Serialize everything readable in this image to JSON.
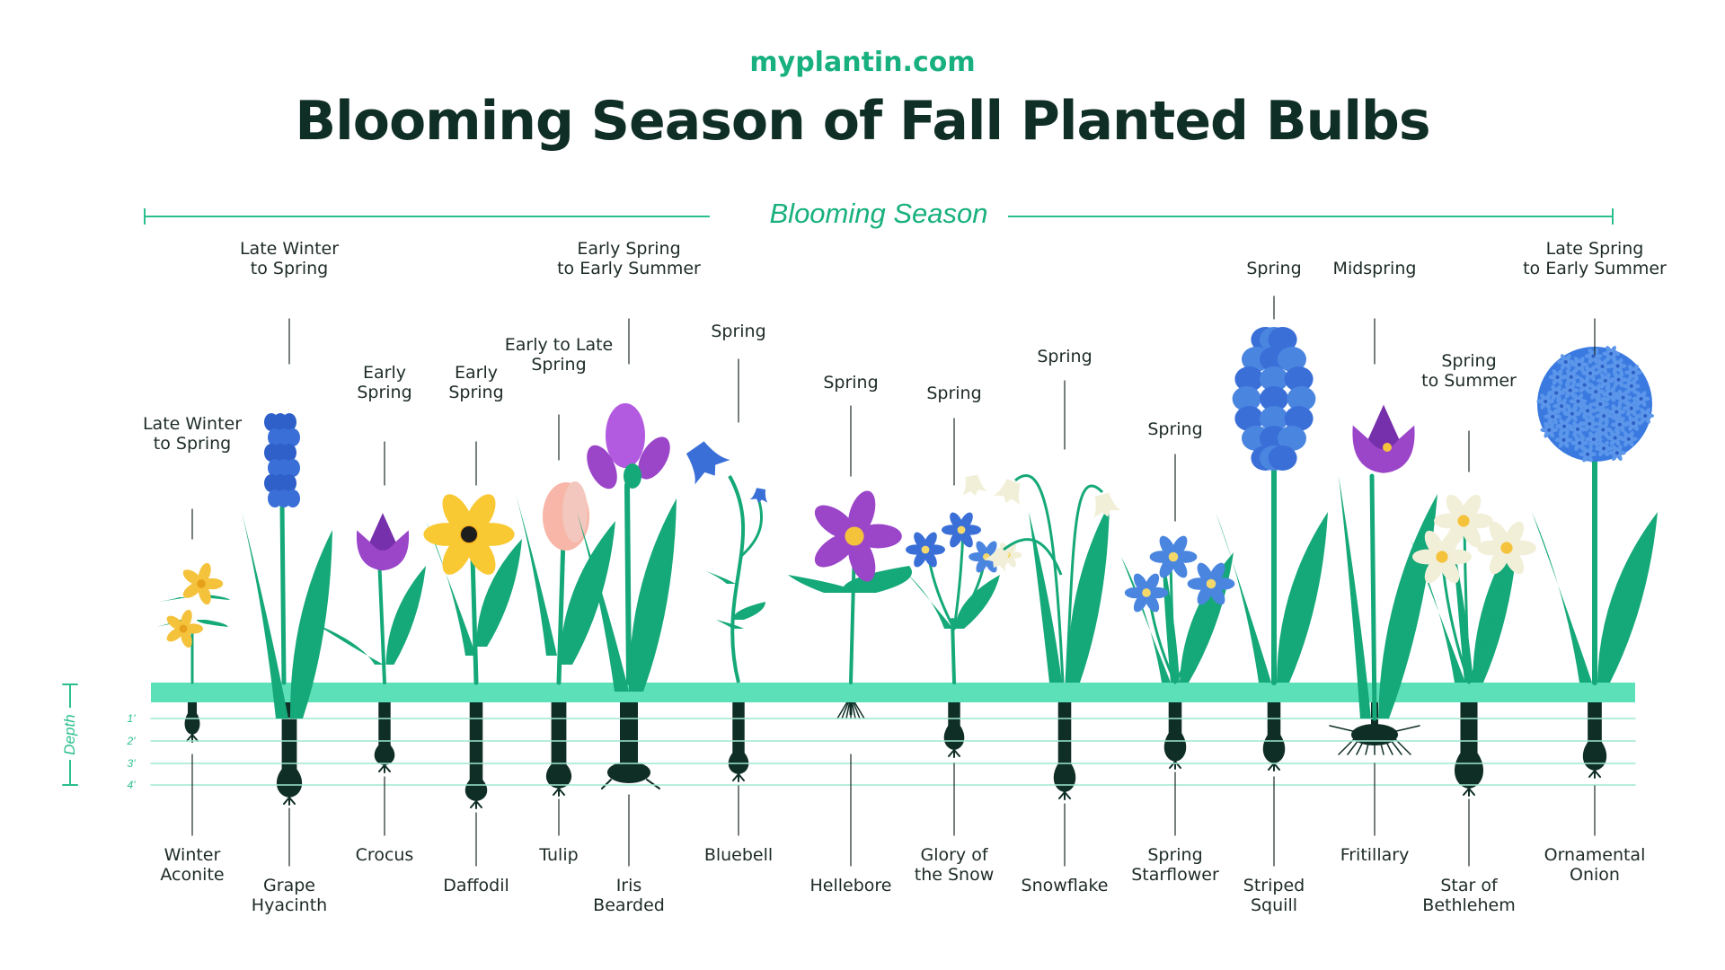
{
  "site": "myplantin.com",
  "title": "Blooming Season of Fall Planted Bulbs",
  "season_header": "Blooming Season",
  "depth_label": "Depth",
  "depth_ticks": [
    "1'",
    "2'",
    "3'",
    "4'"
  ],
  "colors": {
    "brand": "#17b07e",
    "title": "#0f2e26",
    "ground": "#5ce0b8",
    "stem": "#15a878",
    "bulb": "#0f2e26"
  },
  "plants": [
    {
      "name": [
        "Winter",
        "Aconite"
      ],
      "season": [
        "Late Winter",
        "to Spring"
      ],
      "flower_color": "#f5c23c",
      "icon": "winter-aconite-icon"
    },
    {
      "name": [
        "Grape",
        "Hyacinth"
      ],
      "season": [
        "Late Winter",
        "to Spring"
      ],
      "flower_color": "#3a6fd8",
      "icon": "grape-hyacinth-icon"
    },
    {
      "name": [
        "Crocus"
      ],
      "season": [
        "Early",
        "Spring"
      ],
      "flower_color": "#9b45c9",
      "icon": "crocus-icon"
    },
    {
      "name": [
        "Daffodil"
      ],
      "season": [
        "Early",
        "Spring"
      ],
      "flower_color": "#f9c933",
      "icon": "daffodil-icon"
    },
    {
      "name": [
        "Tulip"
      ],
      "season": [
        "Early to Late",
        "Spring"
      ],
      "flower_color": "#f7b6a8",
      "icon": "tulip-icon"
    },
    {
      "name": [
        "Iris",
        "Bearded"
      ],
      "season": [
        "Early Spring",
        "to Early Summer"
      ],
      "flower_color": "#a94fd6",
      "icon": "iris-icon"
    },
    {
      "name": [
        "Bluebell"
      ],
      "season": [
        "Spring"
      ],
      "flower_color": "#3a6fd8",
      "icon": "bluebell-icon"
    },
    {
      "name": [
        "Hellebore"
      ],
      "season": [
        "Spring"
      ],
      "flower_color": "#9b45c9",
      "icon": "hellebore-icon"
    },
    {
      "name": [
        "Glory of",
        "the Snow"
      ],
      "season": [
        "Spring"
      ],
      "flower_color": "#3a6fd8",
      "icon": "glory-of-the-snow-icon"
    },
    {
      "name": [
        "Snowflake"
      ],
      "season": [
        "Spring"
      ],
      "flower_color": "#f2efd9",
      "icon": "snowflake-icon"
    },
    {
      "name": [
        "Spring",
        "Starflower"
      ],
      "season": [
        "Spring"
      ],
      "flower_color": "#4a86e0",
      "icon": "spring-starflower-icon"
    },
    {
      "name": [
        "Striped",
        "Squill"
      ],
      "season": [
        "Spring"
      ],
      "flower_color": "#3a6fd8",
      "icon": "striped-squill-icon"
    },
    {
      "name": [
        "Fritillary"
      ],
      "season": [
        "Midspring"
      ],
      "flower_color": "#9b45c9",
      "icon": "fritillary-icon"
    },
    {
      "name": [
        "Star of",
        "Bethlehem"
      ],
      "season": [
        "Spring",
        "to Summer"
      ],
      "flower_color": "#f2efd9",
      "icon": "star-of-bethlehem-icon"
    },
    {
      "name": [
        "Ornamental",
        "Onion"
      ],
      "season": [
        "Late Spring",
        "to Early Summer"
      ],
      "flower_color": "#3a7ae0",
      "icon": "ornamental-onion-icon"
    }
  ]
}
